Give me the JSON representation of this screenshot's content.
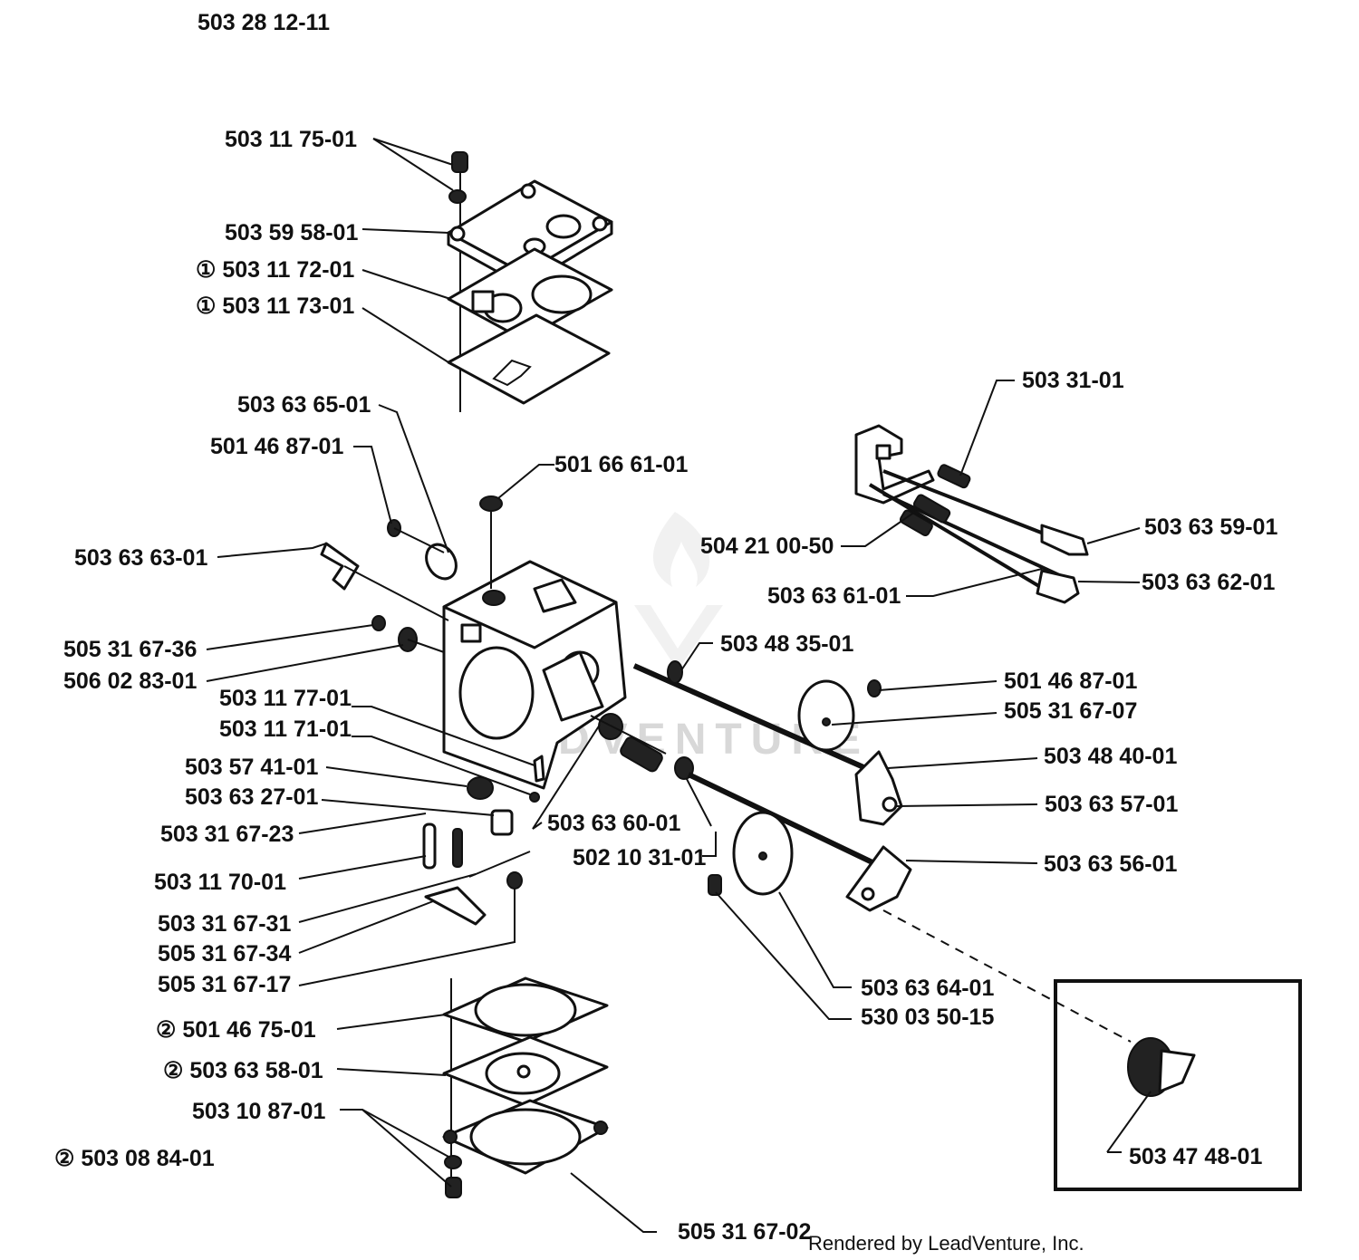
{
  "diagram_id": "503 28 12-11",
  "footer": "Rendered by LeadVenture, Inc.",
  "watermark": "LEADVENTURE",
  "inset_part": "503 47 48-01",
  "labels": [
    "503 11 75-01",
    "503 59 58-01",
    "① 503 11 72-01",
    "① 503 11 73-01",
    "503 63 65-01",
    "501 46 87-01",
    "501 66 61-01",
    "503 63 63-01",
    "505 31 67-36",
    "506 02 83-01",
    "503 11 77-01",
    "503 11 71-01",
    "503 57 41-01",
    "503 63 27-01",
    "503 31 67-23",
    "503 11 70-01",
    "503 31 67-31",
    "505 31 67-34",
    "505 31 67-17",
    "② 501 46 75-01",
    "② 503 63 58-01",
    "503 10 87-01",
    "② 503 08 84-01",
    "505 31 67-02",
    "503 31-01",
    "504 21 00-50",
    "503 63 59-01",
    "503 63 61-01",
    "503 63 62-01",
    "503 48 35-01",
    "501 46 87-01",
    "505 31 67-07",
    "503 48 40-01",
    "503 63 57-01",
    "503 63 60-01",
    "502 10 31-01",
    "503 63 56-01",
    "503 63 64-01",
    "530 03 50-15"
  ]
}
